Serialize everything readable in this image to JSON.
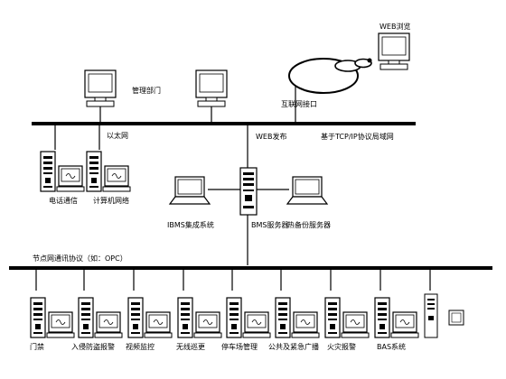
{
  "labels": {
    "web_browse": "WEB浏览",
    "management_dept": "管理部门",
    "internet_interface": "互联网接口",
    "ethernet": "以太网",
    "web_publish": "WEB发布",
    "tcpip_lan": "基于TCP/IP协议局域网",
    "telecom": "电话通信",
    "computer_network": "计算机网络",
    "ibms_system": "IBMS集成系统",
    "bms_server": "BMS服务器",
    "hot_backup_server": "热备份服务器",
    "fieldbus_protocol": "节点网通讯协议（如：OPC）"
  },
  "subsystems": [
    {
      "label": "门禁"
    },
    {
      "label": "入侵防盗报警"
    },
    {
      "label": "视频监控"
    },
    {
      "label": "无线巡更"
    },
    {
      "label": "停车场管理"
    },
    {
      "label": "公共及紧急广播"
    },
    {
      "label": "火灾报警"
    },
    {
      "label": "BAS系统"
    }
  ]
}
